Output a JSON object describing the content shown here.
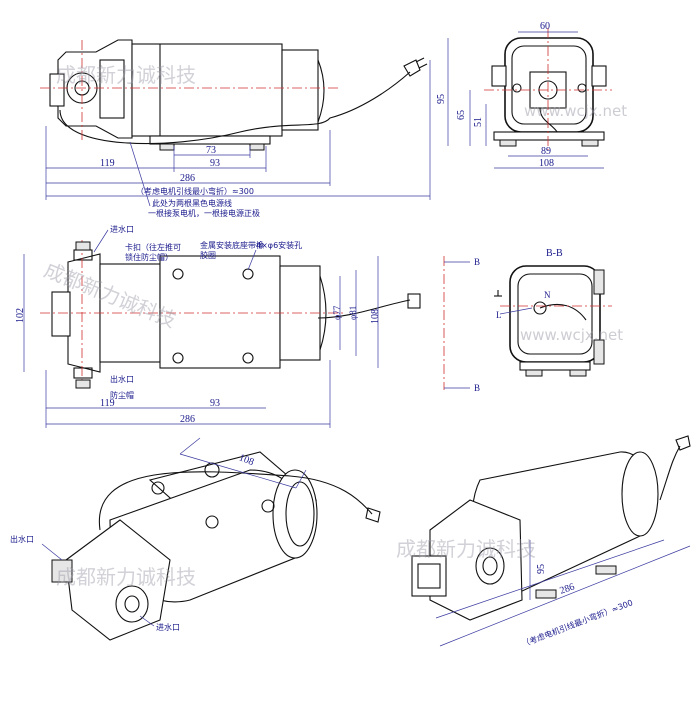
{
  "watermarks": {
    "top": "成都新力诚科技",
    "mid": "成都新力诚科技",
    "bottom_left": "成都新力诚科技",
    "bottom_right": "成都新力诚科技",
    "url_1": "www.wcjx.net",
    "url_2": "www.wcjx.net"
  },
  "side_view": {
    "dim_73": "73",
    "dim_119": "119",
    "dim_93": "93",
    "dim_286": "286",
    "cable_note": "（考虑电机引线最小弯折）≈300",
    "wire_note_1": "此处为两根黑色电源线",
    "wire_note_2": "一根接泵电机，一根接电源正极"
  },
  "front_view": {
    "dim_60": "60",
    "dim_95": "95",
    "dim_65": "65",
    "dim_51": "51",
    "dim_89": "89",
    "dim_108": "108"
  },
  "top_view": {
    "label_inlet": "进水口",
    "label_clip": "卡扣（往左推可",
    "label_clip_2": "锁住防尘帽）",
    "label_base": "金属安装底座带橡",
    "label_base_2": "胶圈",
    "label_holes": "4×φ6安装孔",
    "label_outlet": "出水口",
    "label_cap": "防尘帽",
    "dim_102": "102",
    "dim_77": "φ77",
    "dim_81": "φ81",
    "dim_108": "108",
    "dim_119": "119",
    "dim_93": "93",
    "dim_286": "286"
  },
  "section_view": {
    "title": "B-B",
    "marker_top": "B",
    "marker_bottom": "B",
    "label_n": "N",
    "label_l": "L"
  },
  "iso_view_left": {
    "dim_108": "108",
    "label_outlet": "出水口",
    "label_inlet": "进水口"
  },
  "iso_view_right": {
    "dim_95": "95",
    "dim_286": "286",
    "cable_note": "（考虑电机引线最小弯折）≈300"
  }
}
